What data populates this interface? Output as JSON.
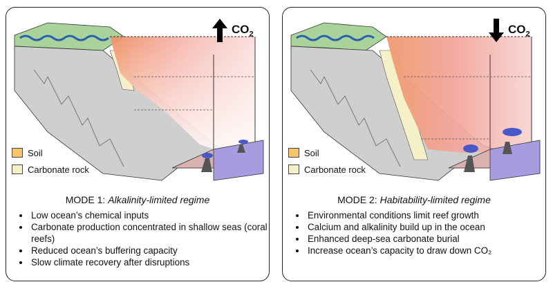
{
  "panels": [
    {
      "co2_label": "CO",
      "co2_sub": "2",
      "co2_direction": "up",
      "legend": [
        {
          "label": "Soil",
          "color": "#f7c46b"
        },
        {
          "label": "Carbonate rock",
          "color": "#f6f0c8"
        }
      ],
      "mode_prefix": "MODE 1: ",
      "mode_regime": "Alkalinity-limited regime",
      "bullets": [
        "Low ocean’s chemical inputs",
        "Carbonate production concentrated in shallow seas (coral reefs)",
        "Reduced ocean’s buffering capacity",
        "Slow climate recovery after disruptions"
      ]
    },
    {
      "co2_label": "CO",
      "co2_sub": "2",
      "co2_direction": "down",
      "legend": [
        {
          "label": "Soil",
          "color": "#f7c46b"
        },
        {
          "label": "Carbonate rock",
          "color": "#f6f0c8"
        }
      ],
      "mode_prefix": "MODE 2: ",
      "mode_regime": "Habitability-limited regime",
      "bullets": [
        "Environmental conditions limit reef growth",
        "Calcium and alkalinity build up in the ocean",
        "Enhanced deep-sea carbonate burial",
        "Increase ocean’s capacity to draw down CO₂"
      ]
    }
  ],
  "colors": {
    "land_green": "#a9d39a",
    "river_blue": "#2a5fb0",
    "rock_gray": "#b9b9b9",
    "rock_light": "#dcdcdc",
    "ocean_red": "#f29a92",
    "ocean_orange": "#f0a46e",
    "mantle_purple": "#a99be0",
    "smoker_blue": "#4a57c8"
  }
}
